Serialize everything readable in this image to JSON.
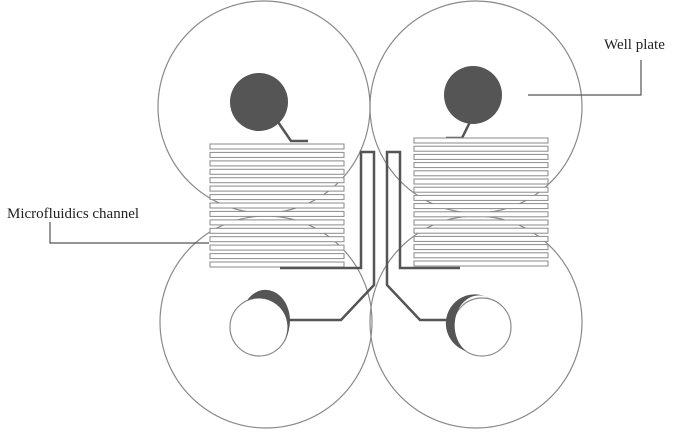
{
  "labels": {
    "well_plate": "Well plate",
    "microfluidics_channel": "Microfluidics channel"
  },
  "colors": {
    "background": "#ffffff",
    "outline": "#8a8a8a",
    "fill_dark": "#555555",
    "channel": "#555555",
    "leader": "#555555",
    "text": "#222222"
  },
  "wells": [
    {
      "id": "top-left"
    },
    {
      "id": "top-right"
    },
    {
      "id": "bottom-left"
    },
    {
      "id": "bottom-right"
    }
  ],
  "channel_counts": {
    "left_serpentine_segments": 15,
    "right_serpentine_segments": 16
  }
}
